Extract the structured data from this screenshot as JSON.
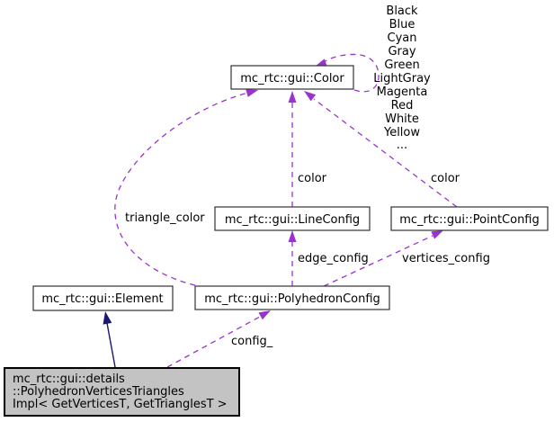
{
  "diagram": {
    "type": "doxygen-collaboration-graph",
    "nodes": {
      "color": {
        "label": "mc_rtc::gui::Color"
      },
      "line_config": {
        "label": "mc_rtc::gui::LineConfig"
      },
      "point_config": {
        "label": "mc_rtc::gui::PointConfig"
      },
      "polyhedron_config": {
        "label": "mc_rtc::gui::PolyhedronConfig"
      },
      "element": {
        "label": "mc_rtc::gui::Element"
      },
      "impl": {
        "highlighted": true,
        "lines": [
          "mc_rtc::gui::details",
          "::PolyhedronVerticesTriangles",
          "Impl< GetVerticesT, GetTrianglesT >"
        ]
      }
    },
    "edge_labels": {
      "triangle_color": "triangle_color",
      "color_from_line_config": "color",
      "color_from_point_config": "color",
      "edge_config": "edge_config",
      "vertices_config": "vertices_config",
      "config": "config_"
    },
    "color_enum_members": [
      "Black",
      "Blue",
      "Cyan",
      "Gray",
      "Green",
      "LightGray",
      "Magenta",
      "Red",
      "White",
      "Yellow",
      "..."
    ],
    "colors": {
      "usage_edge": "#9a32cd",
      "inheritance_edge": "#191970",
      "node_border": "#333333",
      "node_fill": "#ffffff",
      "highlight_node_border": "#000000",
      "highlight_node_fill": "#c3c3c3",
      "background": "#ffffff",
      "text": "#000000"
    }
  }
}
